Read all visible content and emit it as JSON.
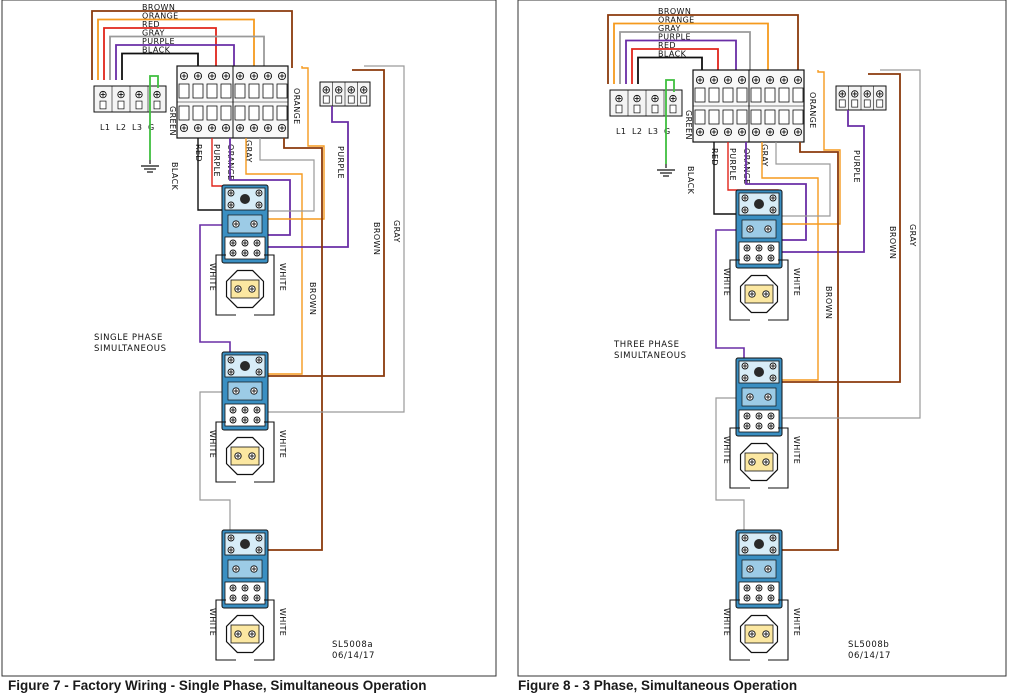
{
  "colors": {
    "brown": "#8b3a0c",
    "orange": "#f59a1e",
    "red": "#e0251b",
    "gray": "#9a9a9a",
    "purple": "#6a2ea6",
    "black": "#111111",
    "green": "#3fbf3f",
    "element_blue": "#3a8fc2"
  },
  "figures": [
    {
      "caption": "Figure 7 - Factory Wiring - Single Phase, Simultaneous Operation",
      "operation_title": [
        "SINGLE PHASE",
        "SIMULTANEOUS"
      ],
      "drawing_number": "SL5008a",
      "date": "06/14/17",
      "top_legend": [
        "BROWN",
        "ORANGE",
        "RED",
        "GRAY",
        "PURPLE",
        "BLACK"
      ],
      "terminal_labels": [
        "L1",
        "L2",
        "L3",
        "G"
      ],
      "wire_labels": {
        "green": "GREEN",
        "black": "BLACK",
        "red": "RED",
        "purple": "PURPLE",
        "orange": "ORANGE",
        "gray": "GRAY",
        "orange_right": "ORANGE",
        "purple_right": "PURPLE",
        "brown": "BROWN",
        "gray_far": "GRAY",
        "brown_far": "BROWN",
        "white": "WHITE"
      }
    },
    {
      "caption": "Figure 8 - 3 Phase, Simultaneous Operation",
      "operation_title": [
        "THREE PHASE",
        "SIMULTANEOUS"
      ],
      "drawing_number": "SL5008b",
      "date": "06/14/17",
      "top_legend": [
        "BROWN",
        "ORANGE",
        "GRAY",
        "PURPLE",
        "RED",
        "BLACK"
      ],
      "terminal_labels": [
        "L1",
        "L2",
        "L3",
        "G"
      ],
      "wire_labels": {
        "green": "GREEN",
        "black": "BLACK",
        "red": "RED",
        "purple": "PURPLE",
        "orange": "ORANGE",
        "gray": "GRAY",
        "orange_right": "ORANGE",
        "purple_right": "PURPLE",
        "brown": "BROWN",
        "gray_far": "GRAY",
        "brown_far": "BROWN",
        "white": "WHITE"
      }
    }
  ]
}
